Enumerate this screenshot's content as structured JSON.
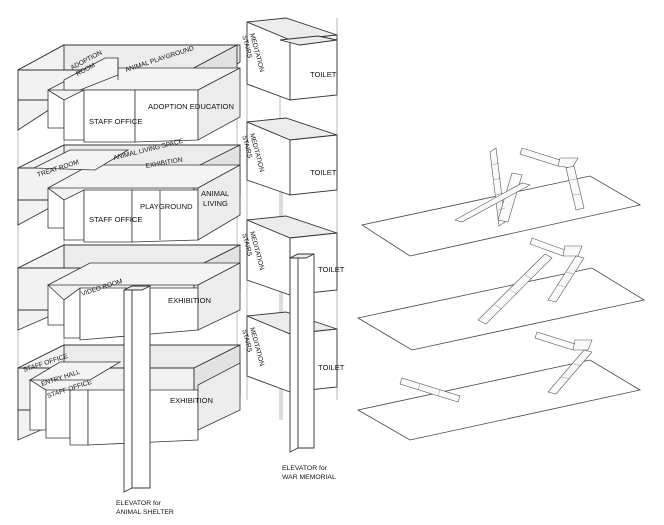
{
  "floor4": {
    "adoption_room": [
      "ADOPTION",
      "ROOM"
    ],
    "animal_playground": "ANIMAL PLAYGROUND",
    "staff_office": "STAFF OFFICE",
    "adoption_education": "ADOPTION EDUCATION",
    "meditation_stairs": [
      "MEDITATION",
      "STAIRS"
    ],
    "toilet": "TOILET"
  },
  "floor3": {
    "animal_living_space": "ANIMAL LIVING SPACE",
    "exhibition": "EXHIBITION",
    "treat_room": "TREAT ROOM",
    "staff_office": "STAFF OFFICE",
    "playground": "PLAYGROUND",
    "animal_living": [
      "ANIMAL",
      "LIVING"
    ],
    "meditation_stairs": [
      "MEDITATION",
      "STAIRS"
    ],
    "toilet": "TOILET"
  },
  "floor2": {
    "video_room": "VIDEO ROOM",
    "exhibition": "EXHIBITION",
    "meditation_stairs": [
      "MEDITATION",
      "STAIRS"
    ],
    "toilet": "TOILET"
  },
  "floor1": {
    "staff_office_top": "STAFF OFFICE",
    "entry_hall": "ENTRY HALL",
    "staff_office": "STAFF OFFICE",
    "exhibition": "EXHIBITION",
    "meditation_stairs": [
      "MEDITATION",
      "STAIRS"
    ],
    "toilet": "TOILET"
  },
  "captions": {
    "elevator_shelter": [
      "ELEVATOR for",
      "ANIMAL SHELTER"
    ],
    "elevator_memorial": [
      "ELEVATOR for",
      "WAR MEMORIAL"
    ]
  }
}
